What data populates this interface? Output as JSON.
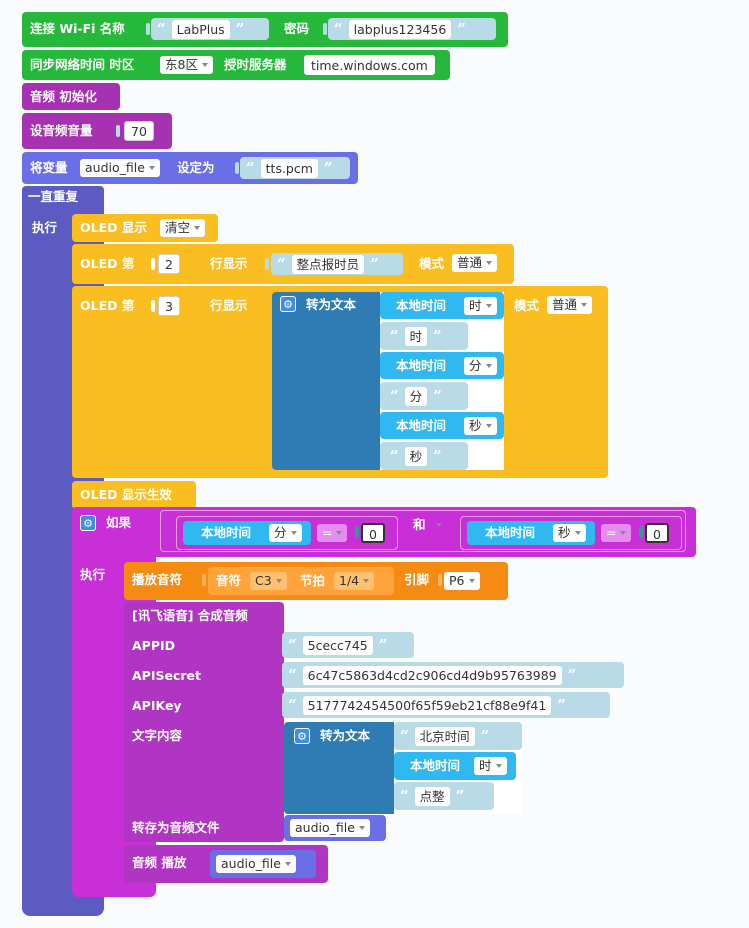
{
  "colors": {
    "green": "#25b83a",
    "purple": "#a632b2",
    "light_purple": "#b035c2",
    "violet": "#6b6fe6",
    "loop": "#5b5bc1",
    "yellow": "#fbbe21",
    "orange": "#f58b12",
    "blue_string": "#b9dbe8",
    "to_text": "#2e7cb3",
    "time_blue": "#2fb9f0",
    "if_magenta": "#c92fd6"
  },
  "wifi": {
    "label": "连接 Wi-Fi 名称",
    "ssid": "LabPlus",
    "pwd_label": "密码",
    "password": "labplus123456"
  },
  "ntp": {
    "label": "同步网络时间 时区",
    "timezone": "东8区",
    "server_label": "授时服务器",
    "server": "time.windows.com"
  },
  "audio_init": {
    "label": "音频 初始化"
  },
  "volume": {
    "label": "设音频音量",
    "value": "70"
  },
  "set_var": {
    "label": "将变量",
    "variable": "audio_file",
    "set_label": "设定为",
    "value": "tts.pcm"
  },
  "forever": {
    "label": "一直重复",
    "do_label": "执行"
  },
  "oled_show": {
    "label": "OLED 显示",
    "option": "清空"
  },
  "oled_line2": {
    "label_a": "OLED 第",
    "line": "2",
    "label_b": "行显示",
    "text": "整点报时员",
    "mode_label": "模式",
    "mode": "普通"
  },
  "oled_line3": {
    "label_a": "OLED 第",
    "line": "3",
    "label_b": "行显示",
    "to_text": "转为文本",
    "mode_label": "模式",
    "mode": "普通",
    "items": [
      {
        "kind": "time",
        "label": "本地时间",
        "unit": "时"
      },
      {
        "kind": "string",
        "text": "时"
      },
      {
        "kind": "time",
        "label": "本地时间",
        "unit": "分"
      },
      {
        "kind": "string",
        "text": "分"
      },
      {
        "kind": "time",
        "label": "本地时间",
        "unit": "秒"
      },
      {
        "kind": "string",
        "text": "秒"
      }
    ]
  },
  "oled_apply": {
    "label": "OLED 显示生效"
  },
  "if_block": {
    "label": "如果",
    "do_label": "执行",
    "left": {
      "label": "本地时间",
      "unit": "分",
      "op": "=",
      "value": "0"
    },
    "and_label": "和",
    "right": {
      "label": "本地时间",
      "unit": "秒",
      "op": "=",
      "value": "0"
    }
  },
  "play_note": {
    "label": "播放音符",
    "note_label": "音符",
    "note": "C3",
    "beat_label": "节拍",
    "beat": "1/4",
    "pin_label": "引脚",
    "pin": "P6"
  },
  "xunfei": {
    "title": "[讯飞语音] 合成音频",
    "appid_label": "APPID",
    "appid": "5cecc745",
    "secret_label": "APISecret",
    "secret": "6c47c5863d4cd2c906cd4d9b95763989",
    "key_label": "APIKey",
    "key": "5177742454500f65f59eb21cf88e9f41",
    "text_label": "文字内容",
    "to_text": "转为文本",
    "items": [
      {
        "kind": "string",
        "text": "北京时间"
      },
      {
        "kind": "time",
        "label": "本地时间",
        "unit": "时"
      },
      {
        "kind": "string",
        "text": "点整"
      }
    ],
    "save_label": "转存为音频文件",
    "save_var": "audio_file"
  },
  "audio_play": {
    "label": "音频 播放",
    "variable": "audio_file"
  }
}
